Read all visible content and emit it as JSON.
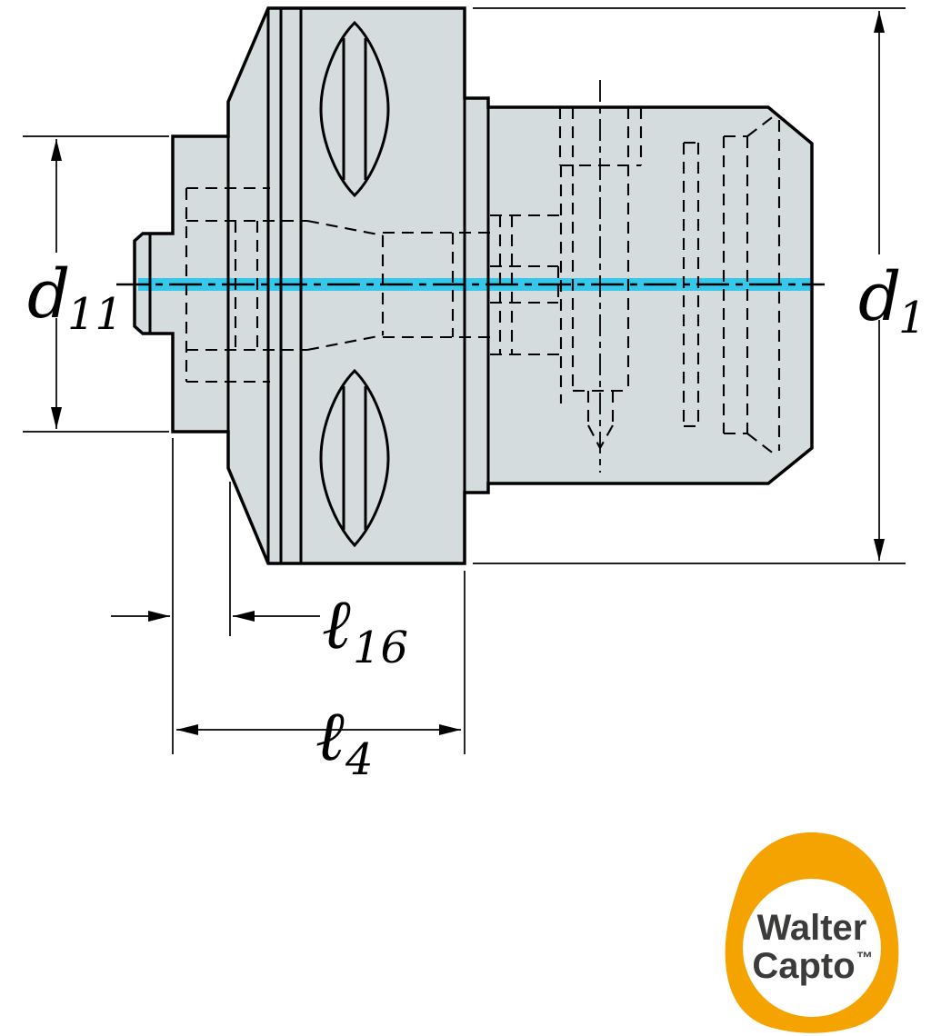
{
  "drawing": {
    "type": "technical-cross-section",
    "dimension_labels": {
      "d11": {
        "symbol": "d",
        "subscript": "11"
      },
      "d1": {
        "symbol": "d",
        "subscript": "1"
      },
      "l16": {
        "symbol": "ℓ",
        "subscript": "16"
      },
      "l4": {
        "symbol": "ℓ",
        "subscript": "4"
      }
    },
    "colors": {
      "body_fill": "#d5dcde",
      "slot_fill": "#e9edee",
      "outline": "#000000",
      "centerline_highlight": "#35c8ea"
    }
  },
  "logo": {
    "line1": "Walter",
    "line2": "Capto",
    "trademark": "™",
    "ring_color": "#f5a300",
    "text_color": "#3b3b3a"
  }
}
